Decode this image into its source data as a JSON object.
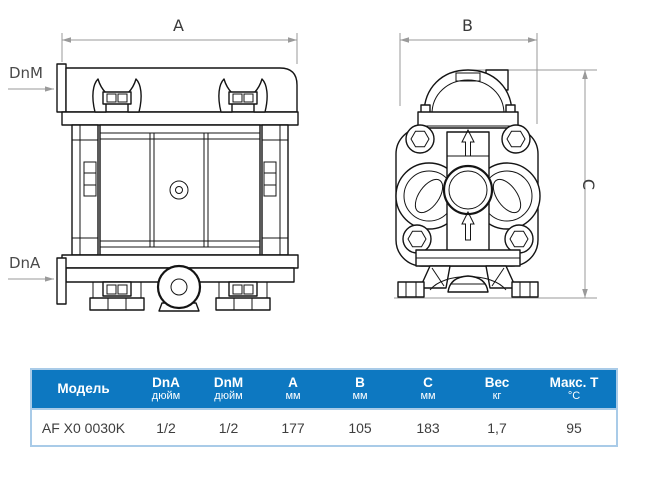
{
  "drawing": {
    "front_view": {
      "dim_width_label": "A",
      "port_top_label": "DnM",
      "port_bottom_label": "DnA"
    },
    "side_view": {
      "dim_width_label": "B",
      "dim_height_label": "C"
    }
  },
  "table": {
    "columns": [
      {
        "label": "Модель",
        "unit": ""
      },
      {
        "label": "DnA",
        "unit": "дюйм"
      },
      {
        "label": "DnM",
        "unit": "дюйм"
      },
      {
        "label": "A",
        "unit": "мм"
      },
      {
        "label": "B",
        "unit": "мм"
      },
      {
        "label": "C",
        "unit": "мм"
      },
      {
        "label": "Вес",
        "unit": "кг"
      },
      {
        "label": "Макс. Т",
        "unit": "°С"
      }
    ],
    "rows": [
      {
        "model": "AF X0 0030K",
        "dna": "1/2",
        "dnm": "1/2",
        "a": "177",
        "b": "105",
        "c": "183",
        "weight": "1,7",
        "max_t": "95"
      }
    ]
  },
  "colors": {
    "header_bg": "#0d78c1",
    "header_text": "#ffffff",
    "table_border": "#a9cbe8",
    "row_text": "#3e3e3e",
    "line": "#141414",
    "dim_line": "#9a9a9a",
    "label_text": "#4a4a4a"
  }
}
